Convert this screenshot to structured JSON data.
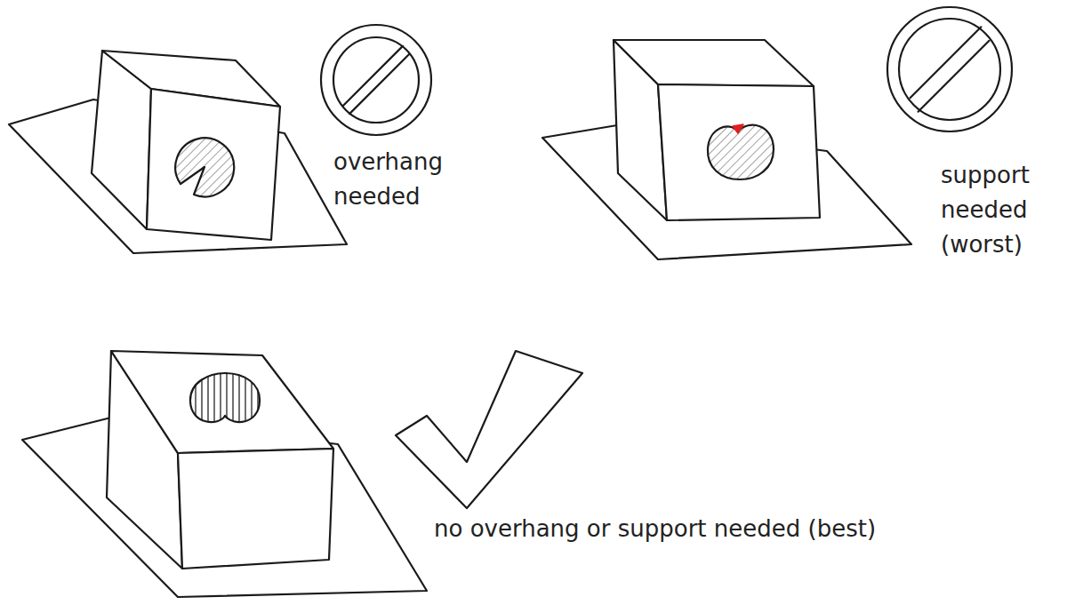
{
  "diagram": {
    "labels": [
      "overhang needed",
      "support needed (worst)",
      "no overhang or support needed (best)"
    ]
  }
}
